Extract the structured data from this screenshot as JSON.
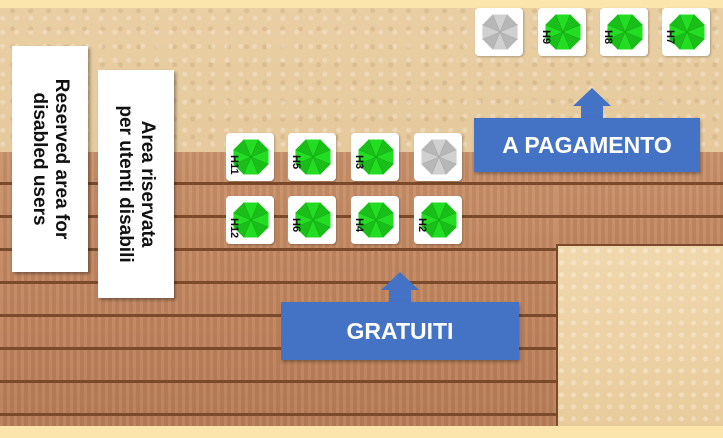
{
  "signs": {
    "english": "Reserved area for\ndisabled users",
    "italian": "Area riservata\nper utenti disabili"
  },
  "sections": {
    "paid_label": "A PAGAMENTO",
    "free_label": "GRATUITI"
  },
  "colors": {
    "available": "#22dd22",
    "unavailable": "#d0d0d0",
    "callout": "#4472c4"
  },
  "icons": {
    "umbrella": "beach-umbrella-icon"
  },
  "spots": {
    "paid": [
      {
        "label": "",
        "status": "unavailable"
      },
      {
        "label": "H9",
        "status": "available"
      },
      {
        "label": "H8",
        "status": "available"
      },
      {
        "label": "H7",
        "status": "available"
      }
    ],
    "free_row1": [
      {
        "label": "H11",
        "status": "available"
      },
      {
        "label": "H5",
        "status": "available"
      },
      {
        "label": "H3",
        "status": "available"
      },
      {
        "label": "",
        "status": "unavailable"
      }
    ],
    "free_row2": [
      {
        "label": "H12",
        "status": "available"
      },
      {
        "label": "H6",
        "status": "available"
      },
      {
        "label": "H4",
        "status": "available"
      },
      {
        "label": "H2",
        "status": "available"
      }
    ]
  }
}
